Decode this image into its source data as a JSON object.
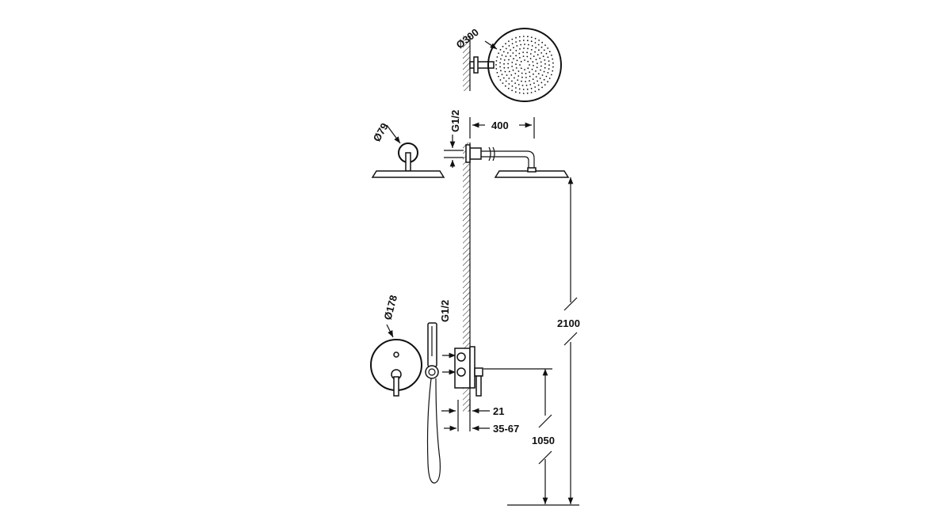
{
  "labels": {
    "head_diameter": "Ø300",
    "flange_diameter": "Ø79",
    "plate_diameter": "Ø178",
    "thread_top": "G1/2",
    "thread_bottom": "G1/2",
    "arm_length": "400",
    "head_height": "2100",
    "valve_height": "1050",
    "depth_a": "21",
    "depth_b": "35-67"
  },
  "colors": {
    "line": "#111111",
    "background": "#ffffff"
  }
}
